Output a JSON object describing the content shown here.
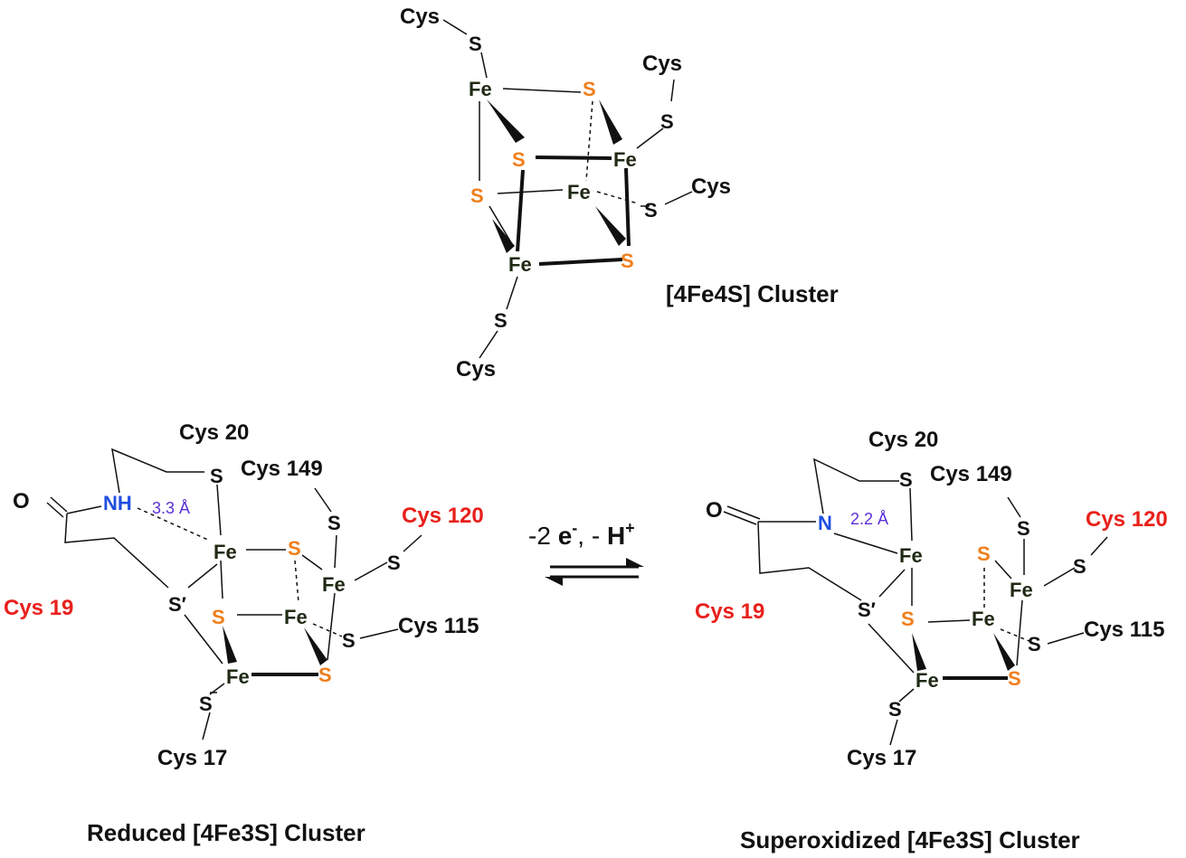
{
  "colors": {
    "black": "#111111",
    "iron": "#1f2a14",
    "sulfide": "#f07e1b",
    "nitrogen": "#1f4fe0",
    "distance": "#5b2fd6",
    "ligand_red": "#e8201b"
  },
  "atoms": {
    "fe": "Fe",
    "s": "S",
    "s_prime": "S′",
    "nh": "NH",
    "n": "N",
    "o": "O"
  },
  "top": {
    "cys": "Cys",
    "caption": "[4Fe4S] Cluster"
  },
  "reduced": {
    "cys20": "Cys 20",
    "cys149": "Cys 149",
    "cys120": "Cys 120",
    "cys19": "Cys 19",
    "cys115": "Cys 115",
    "cys17": "Cys 17",
    "distance": "3.3 Å",
    "caption": "Reduced [4Fe3S] Cluster"
  },
  "superox": {
    "cys20": "Cys 20",
    "cys149": "Cys 149",
    "cys120": "Cys 120",
    "cys19": "Cys 19",
    "cys115": "Cys 115",
    "cys17": "Cys 17",
    "distance": "2.2 Å",
    "caption": "Superoxidized [4Fe3S] Cluster"
  },
  "reaction": {
    "minus2": "-2 ",
    "e": "e",
    "e_sup": "-",
    "sep": ", - ",
    "h": "H",
    "h_sup": "+"
  }
}
